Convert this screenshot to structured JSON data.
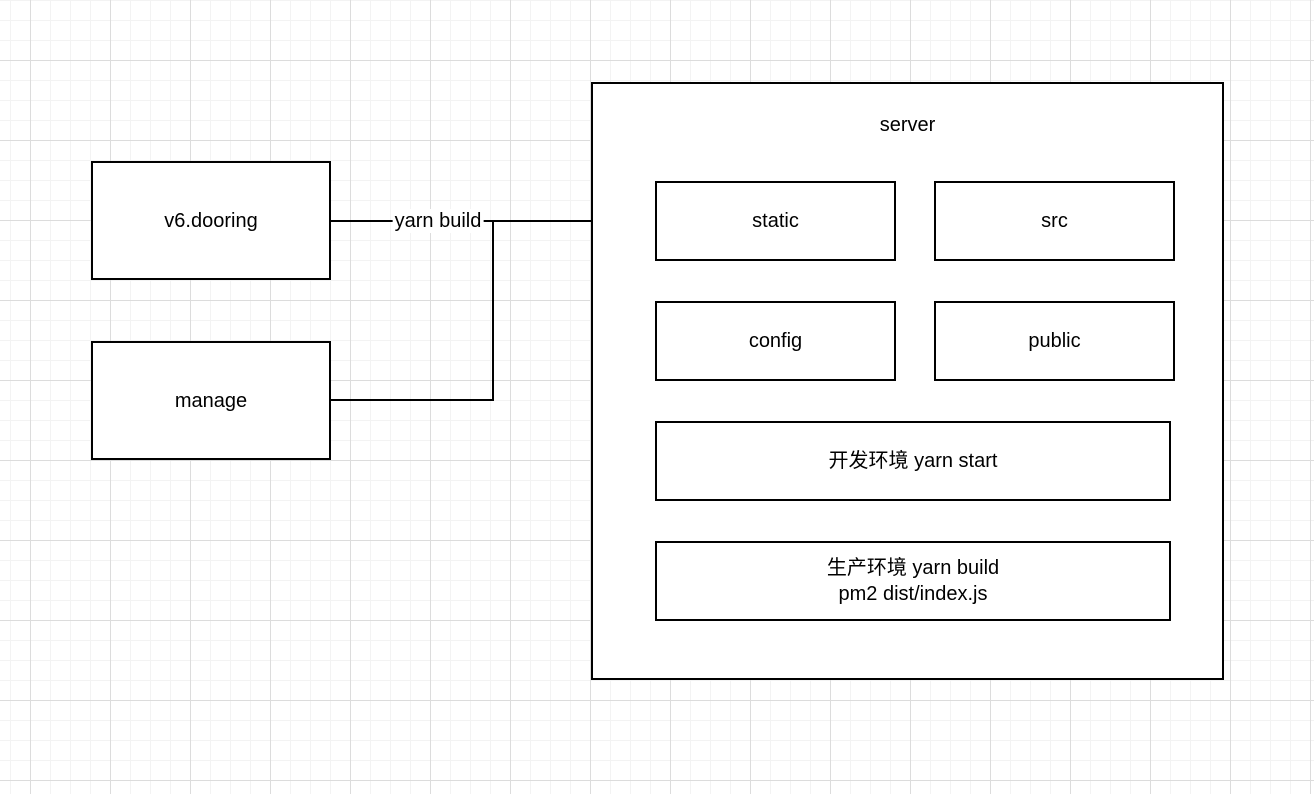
{
  "palette": {
    "background": "#ffffff",
    "grid_minor": "#f3f3f3",
    "grid_major": "#dcdcdc",
    "shape_stroke": "#000000",
    "shape_fill": "#ffffff",
    "text_color": "#000000"
  },
  "nodes": {
    "v6_dooring": {
      "label": "v6.dooring"
    },
    "manage": {
      "label": "manage"
    },
    "server": {
      "title": "server"
    },
    "static": {
      "label": "static"
    },
    "src": {
      "label": "src"
    },
    "config": {
      "label": "config"
    },
    "public": {
      "label": "public"
    },
    "dev_env": {
      "label": "开发环境 yarn start"
    },
    "prod_env": {
      "label_line1": "生产环境 yarn build",
      "label_line2": "pm2 dist/index.js"
    }
  },
  "edges": {
    "yarn_build": {
      "label": "yarn build"
    }
  }
}
